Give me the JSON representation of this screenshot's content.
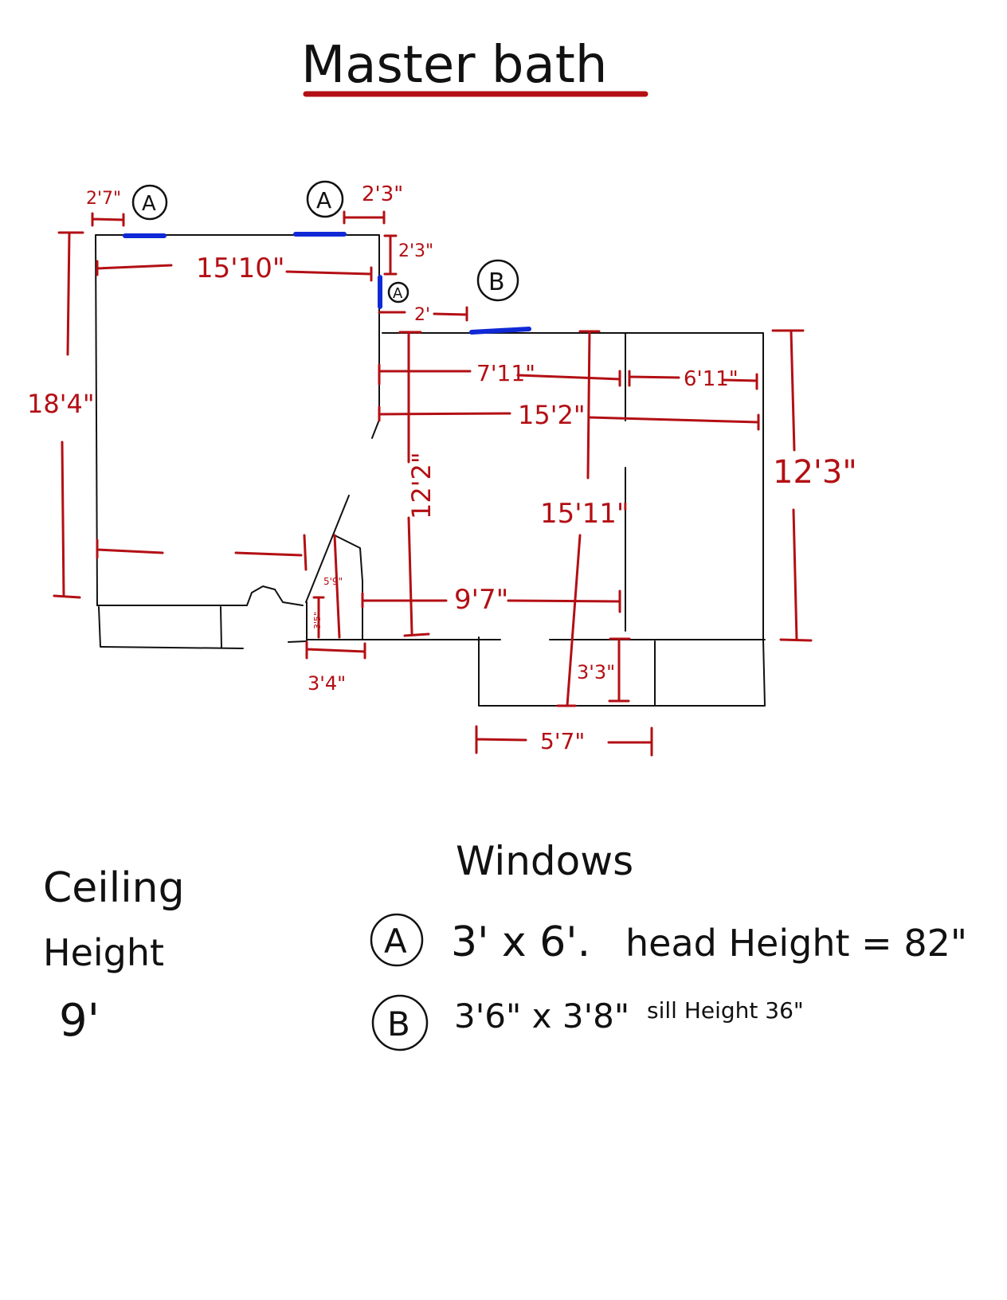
{
  "title": "Master bath",
  "plan": {
    "window_marks": {
      "a": "A",
      "b": "B"
    },
    "dimensions": {
      "top_left_offset": "2'7\"",
      "top_right_offset": "2'3\"",
      "right_wall_offset": "2'3\"",
      "left_room_width": "15'10\"",
      "left_room_height": "18'4\"",
      "step_offset": "2'",
      "right_inner_width": "7'11\"",
      "closet_width": "6'11\"",
      "right_room_width": "15'2\"",
      "right_room_height": "12'3\"",
      "inner_height": "12'2\"",
      "diagonal_span": "15'11\"",
      "lower_width": "9'7\"",
      "small_height_a": "5'9\"",
      "small_height_b": "3'5\"",
      "small_width": "3'4\"",
      "alcove_depth": "3'3\"",
      "alcove_width": "5'7\""
    }
  },
  "ceiling": {
    "line1": "Ceiling",
    "line2": "Height",
    "value": "9'"
  },
  "windows": {
    "heading": "Windows",
    "a": {
      "mark": "A",
      "size": "3' x 6'.",
      "note": "head Height = 82\""
    },
    "b": {
      "mark": "B",
      "size": "3'6\" x 3'8\"",
      "note": "sill Height 36\""
    }
  },
  "colors": {
    "ink": "#111111",
    "dimension": "#b30f14",
    "window": "#1029d6"
  }
}
